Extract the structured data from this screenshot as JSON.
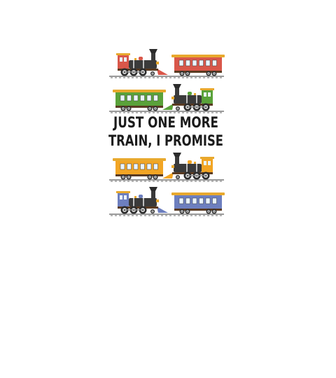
{
  "slogan": {
    "line1": "JUST ONE MORE",
    "line2": "TRAIN, I PROMISE"
  },
  "colors": {
    "background": "#ffffff",
    "text": "#1b1b1b",
    "red": "#d9574a",
    "green": "#5aa23a",
    "orange": "#f2a524",
    "blue": "#6d7fbf",
    "roof": "#e8a92e",
    "track": "#9a9a9a"
  },
  "rows": [
    {
      "name": "red-train",
      "engine_side": "left",
      "accent": "red"
    },
    {
      "name": "green-train",
      "engine_side": "right",
      "accent": "green"
    },
    {
      "name": "orange-train",
      "engine_side": "right",
      "accent": "orange"
    },
    {
      "name": "blue-train",
      "engine_side": "left",
      "accent": "blue"
    }
  ]
}
